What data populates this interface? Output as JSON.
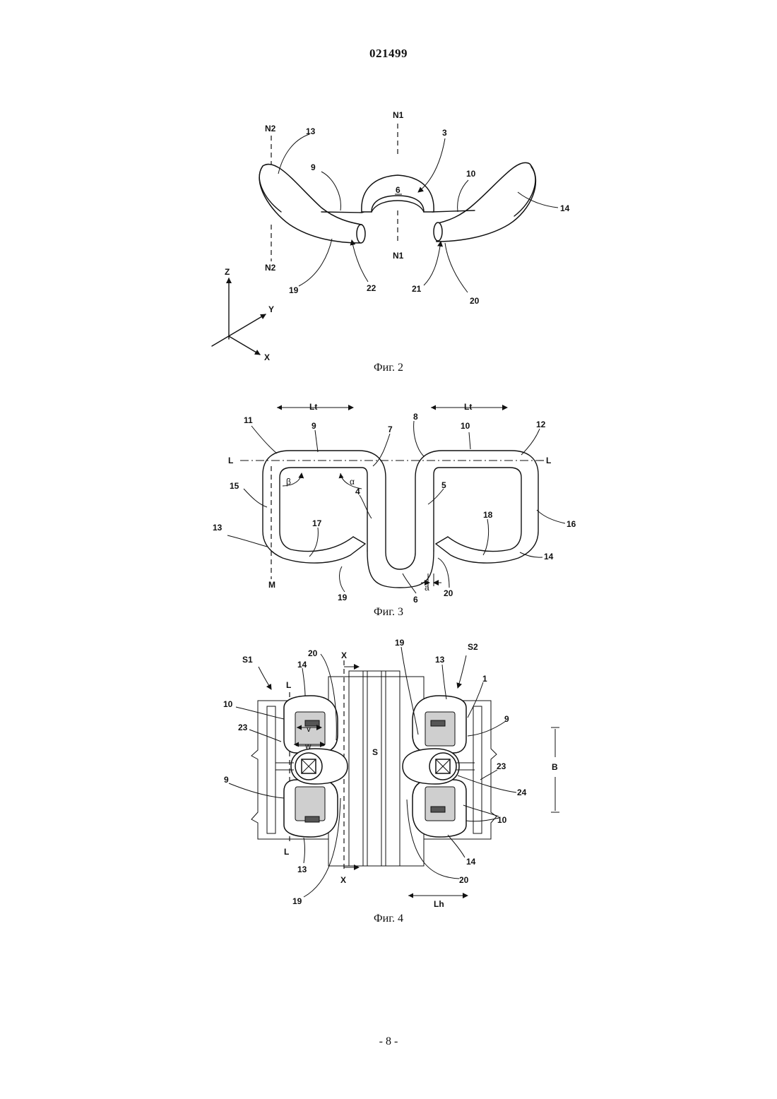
{
  "header": {
    "doc_number": "021499"
  },
  "figure2": {
    "caption": "Фиг. 2",
    "labels": {
      "n1_top": "N1",
      "n1_bottom": "N1",
      "n2_top": "N2",
      "n2_bottom": "N2",
      "l13": "13",
      "l9": "9",
      "l3": "3",
      "l6": "6",
      "l10": "10",
      "l14": "14",
      "l19": "19",
      "l22": "22",
      "l21": "21",
      "l20": "20",
      "axis_z": "Z",
      "axis_y": "Y",
      "axis_x": "X"
    }
  },
  "figure3": {
    "caption": "Фиг. 3",
    "labels": {
      "lt_left": "Lt",
      "lt_right": "Lt",
      "l11": "11",
      "l9": "9",
      "l7": "7",
      "l8": "8",
      "l10": "10",
      "l12": "12",
      "L_left": "L",
      "L_right": "L",
      "l15": "15",
      "beta": "β",
      "alpha": "α",
      "l4": "4",
      "l5": "5",
      "l13": "13",
      "l17": "17",
      "l18": "18",
      "l16": "16",
      "l14": "14",
      "M": "M",
      "l19": "19",
      "a": "a",
      "l6": "6",
      "l20": "20"
    }
  },
  "figure4": {
    "caption": "Фиг. 4",
    "labels": {
      "s1": "S1",
      "l20_top": "20",
      "x_top": "X",
      "l19_top": "19",
      "l13_top": "13",
      "s2": "S2",
      "l14_top": "14",
      "L_top": "L",
      "l1": "1",
      "l10_left": "10",
      "l9_right": "9",
      "l23_left": "23",
      "v": "v",
      "w": "w",
      "S": "S",
      "B": "B",
      "l9_left": "9",
      "l23_right": "23",
      "l24": "24",
      "l10_right": "10",
      "L_bottom": "L",
      "l13_bottom": "13",
      "l14_bottom": "14",
      "x_bottom": "X",
      "l20_bottom": "20",
      "l19_bottom": "19",
      "Lh": "Lh"
    }
  },
  "footer": {
    "page_number": "- 8 -"
  }
}
